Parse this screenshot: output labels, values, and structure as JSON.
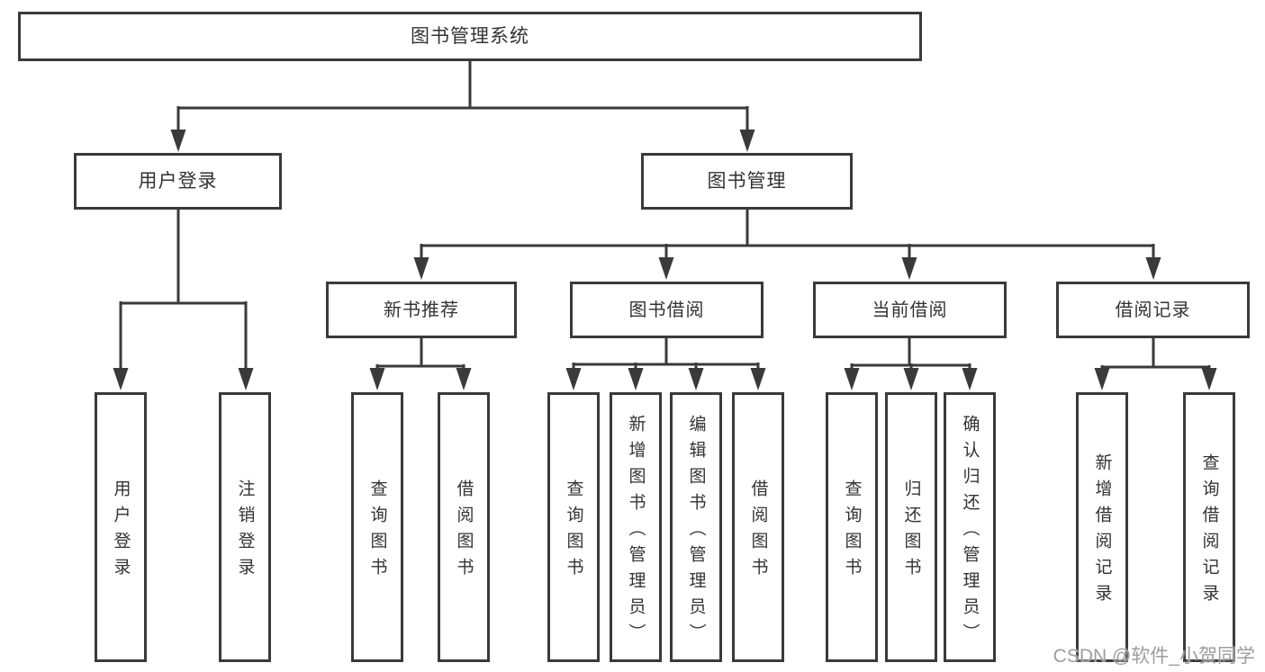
{
  "diagram_type": "hierarchy-tree",
  "tree": {
    "root": {
      "label": "图书管理系统",
      "children": [
        {
          "label": "用户登录",
          "children": [
            {
              "label": "用户登录"
            },
            {
              "label": "注销登录"
            }
          ]
        },
        {
          "label": "图书管理",
          "children": [
            {
              "label": "新书推荐",
              "children": [
                {
                  "label": "查询图书"
                },
                {
                  "label": "借阅图书"
                }
              ]
            },
            {
              "label": "图书借阅",
              "children": [
                {
                  "label": "查询图书"
                },
                {
                  "label": "新增图书（管理员）"
                },
                {
                  "label": "编辑图书（管理员）"
                },
                {
                  "label": "借阅图书"
                }
              ]
            },
            {
              "label": "当前借阅",
              "children": [
                {
                  "label": "查询图书"
                },
                {
                  "label": "归还图书"
                },
                {
                  "label": "确认归还（管理员）"
                }
              ]
            },
            {
              "label": "借阅记录",
              "children": [
                {
                  "label": "新增借阅记录"
                },
                {
                  "label": "查询借阅记录"
                }
              ]
            }
          ]
        }
      ]
    }
  },
  "watermark": {
    "text": "CSDN @软件_小贺同学"
  },
  "colors": {
    "line": "#3a3a3a",
    "text": "#333333",
    "watermark": "#9d9d9d",
    "background": "#ffffff"
  }
}
